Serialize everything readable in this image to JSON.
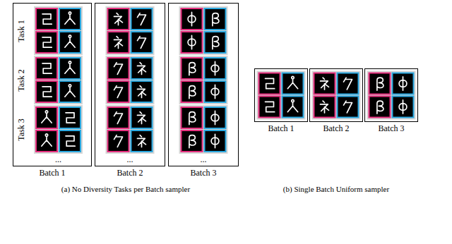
{
  "diagram": {
    "nodes": [
      {
        "text": [
          "Batch 1"
        ]
      },
      {
        "text": [
          "Batch 2"
        ]
      },
      {
        "text": [
          "Batch 3"
        ]
      },
      {
        "text": [
          "Batch 1"
        ]
      },
      {
        "text": [
          "Batch 2"
        ]
      },
      {
        "text": [
          "Batch 3"
        ]
      }
    ],
    "labels": [
      "Task 1",
      "Task 2",
      "Task 3",
      "...",
      "...",
      "...",
      "(a) No Diversity Tasks per Batch sampler",
      "(b) Single Batch Uniform sampler"
    ]
  }
}
